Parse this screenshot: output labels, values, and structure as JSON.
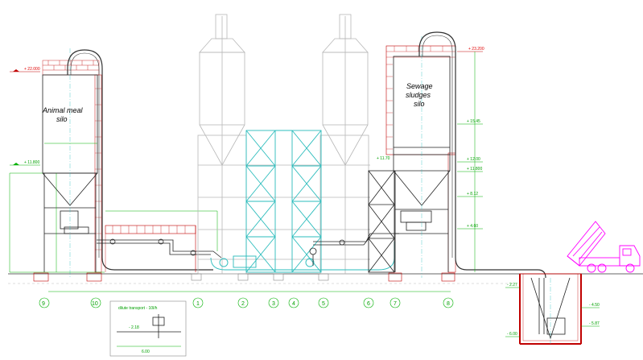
{
  "silos": {
    "animal_meal": {
      "label_line1": "Animal meal",
      "label_line2": "silo"
    },
    "sewage_sludges": {
      "label_line1": "Sewage",
      "label_line2": "sludges",
      "label_line3": "silo"
    }
  },
  "elevations": {
    "animal_top": "+ 22.000",
    "animal_mid": "+ 11.800",
    "animal_side": "+ 11.70",
    "sewage_top": "+ 23.200",
    "sewage_mid": "+ 15.45",
    "sewage_1": "+ 12.00",
    "sewage_2": "+ 11.800",
    "sewage_3": "+ 8.12",
    "sewage_4": "+ 4.60",
    "pit_1": "- 2.27",
    "pit_2": "- 4.50",
    "pit_3": "- 5.87",
    "pit_4": "- 6.00"
  },
  "axis_labels": [
    "9",
    "10",
    "1",
    "2",
    "3",
    "4",
    "5",
    "6",
    "7",
    "8"
  ],
  "inset": {
    "title": "dilute transport - 10l/h",
    "value": "- 2.18",
    "dim": "6.00"
  },
  "colors": {
    "truck": "#ff00ff",
    "structure": "#2bbcbc",
    "dimension": "#00b000",
    "brick": "#c83030"
  }
}
